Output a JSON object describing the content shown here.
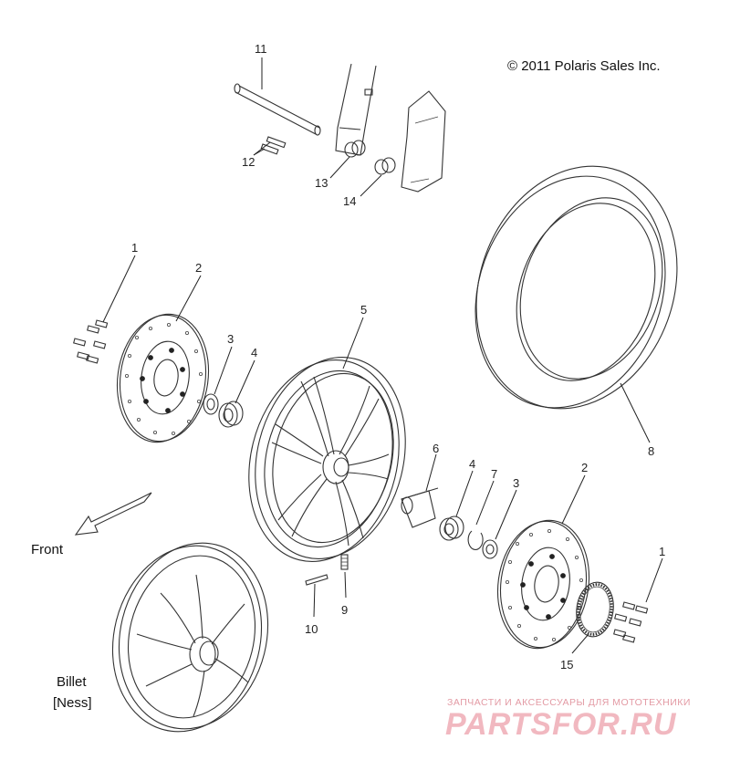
{
  "copyright": "© 2011 Polaris Sales Inc.",
  "callouts": {
    "c1a": "1",
    "c2a": "2",
    "c3a": "3",
    "c4a": "4",
    "c5": "5",
    "c6": "6",
    "c4b": "4",
    "c7": "7",
    "c3b": "3",
    "c2b": "2",
    "c8": "8",
    "c1b": "1",
    "c9": "9",
    "c10": "10",
    "c11": "11",
    "c12": "12",
    "c13": "13",
    "c14": "14",
    "c15": "15"
  },
  "front_label": "Front",
  "billet_label_line1": "Billet",
  "billet_label_line2": "[Ness]",
  "watermark": {
    "top": "ЗАПЧАСТИ И АКСЕССУАРЫ ДЛЯ МОТОТЕХНИКИ",
    "brand": "PARTSFOR.RU"
  }
}
